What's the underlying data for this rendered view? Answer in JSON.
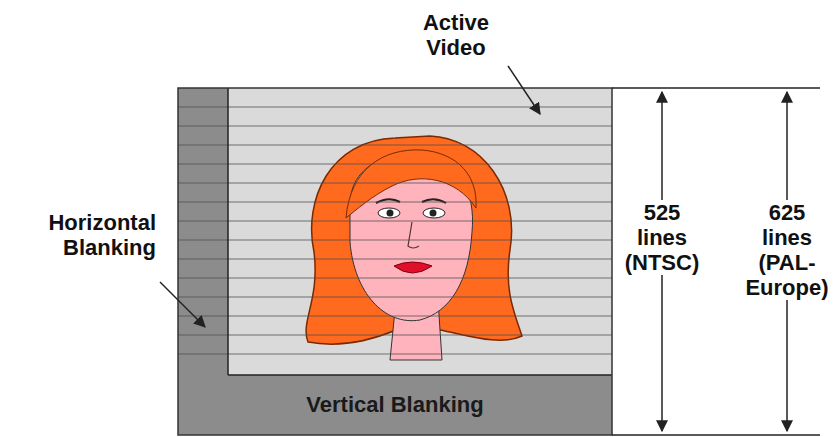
{
  "diagram": {
    "nodes": [
      {
        "text": [
          "Vertical Blanking"
        ]
      }
    ],
    "labels": [
      "Active Video",
      "Horizontal Blanking",
      "525 lines (NTSC)",
      "625 lines (PAL-Europe)"
    ]
  }
}
